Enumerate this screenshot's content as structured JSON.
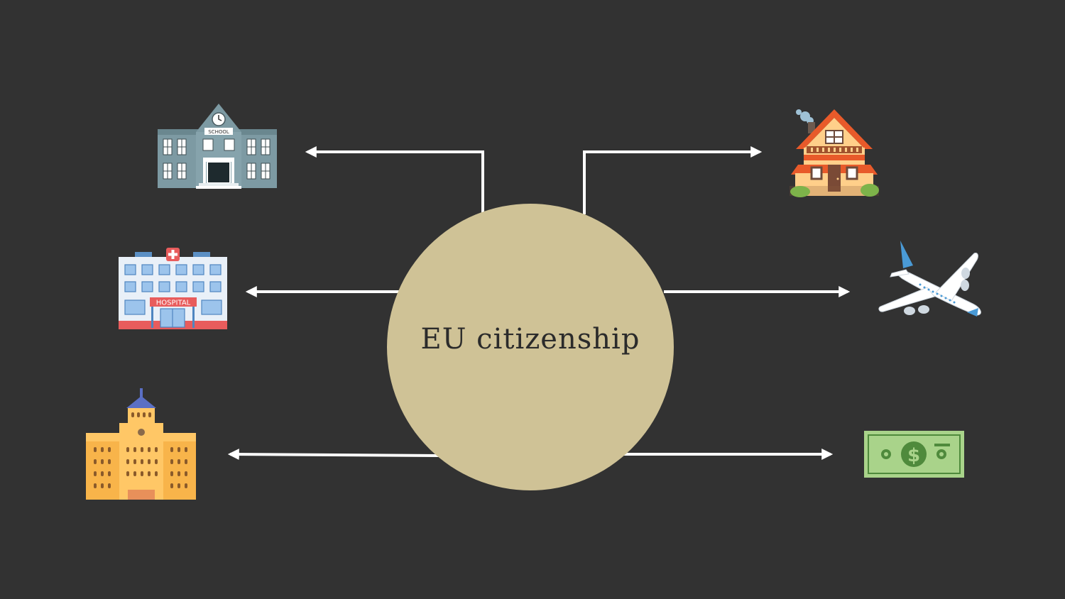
{
  "center": {
    "label": "EU citizenship",
    "fill": "#cfc296"
  },
  "colors": {
    "background": "#323232",
    "arrow": "#ffffff"
  },
  "icons": {
    "school_sign": "SCHOOL",
    "hospital_sign": "HOSPITAL",
    "money_symbol": "$"
  }
}
